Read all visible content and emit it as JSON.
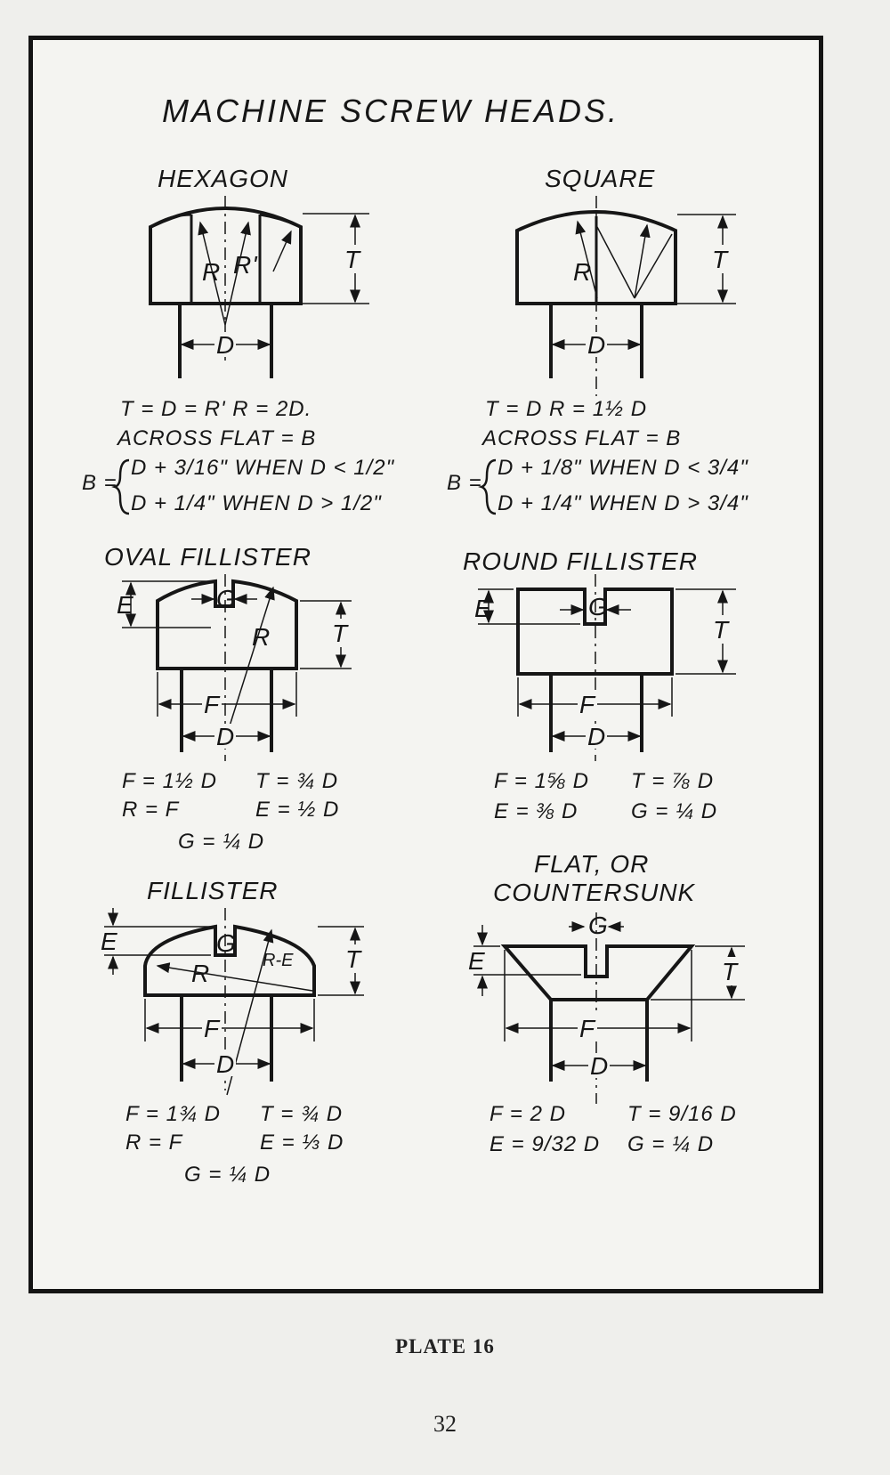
{
  "title": "MACHINE SCREW HEADS.",
  "heads": {
    "hexagon": {
      "name": "HEXAGON",
      "labels": {
        "T": "T",
        "D": "D",
        "R": "R",
        "R1": "R'"
      },
      "formulas": {
        "line1": "T = D = R'    R = 2D.",
        "line2": "ACROSS  FLAT = B",
        "b_prefix": "B =",
        "case1": "D + 3/16\" WHEN  D < 1/2\"",
        "case2": "D + 1/4\" WHEN  D > 1/2\""
      }
    },
    "square": {
      "name": "SQUARE",
      "labels": {
        "T": "T",
        "D": "D",
        "R": "R"
      },
      "formulas": {
        "line1": "T = D          R = 1½ D",
        "line2": "ACROSS  FLAT = B",
        "b_prefix": "B =",
        "case1": "D + 1/8\" WHEN  D < 3/4\"",
        "case2": "D + 1/4\" WHEN  D > 3/4\""
      }
    },
    "oval_fillister": {
      "name": "OVAL FILLISTER",
      "labels": {
        "E": "E",
        "G": "G",
        "T": "T",
        "R": "R",
        "F": "F",
        "D": "D"
      },
      "formulas": {
        "f": "F = 1½ D",
        "t": "T = ¾ D",
        "r": "R = F",
        "e": "E = ½ D",
        "g": "G = ¼ D"
      }
    },
    "round_fillister": {
      "name": "ROUND FILLISTER",
      "labels": {
        "E": "E",
        "G": "G",
        "T": "T",
        "F": "F",
        "D": "D"
      },
      "formulas": {
        "f": "F = 1⅝ D",
        "t": "T = ⅞ D",
        "e": "E = ⅜ D",
        "g": "G = ¼ D"
      }
    },
    "fillister": {
      "name": "FILLISTER",
      "labels": {
        "E": "E",
        "G": "G",
        "T": "T",
        "R": "R",
        "RE": "R-E",
        "F": "F",
        "D": "D"
      },
      "formulas": {
        "f": "F = 1¾ D",
        "t": "T = ¾ D",
        "r": "R = F",
        "e": "E = ⅓ D",
        "g": "G = ¼ D"
      }
    },
    "flat_countersunk": {
      "name_line1": "FLAT, OR",
      "name_line2": "COUNTERSUNK",
      "labels": {
        "E": "E",
        "G": "G",
        "T": "T",
        "F": "F",
        "D": "D"
      },
      "formulas": {
        "f": "F = 2 D",
        "t": "T = 9/16 D",
        "e": "E = 9/32 D",
        "g": "G = ¼ D"
      }
    }
  },
  "plate_caption": "PLATE 16",
  "page_number": "32"
}
